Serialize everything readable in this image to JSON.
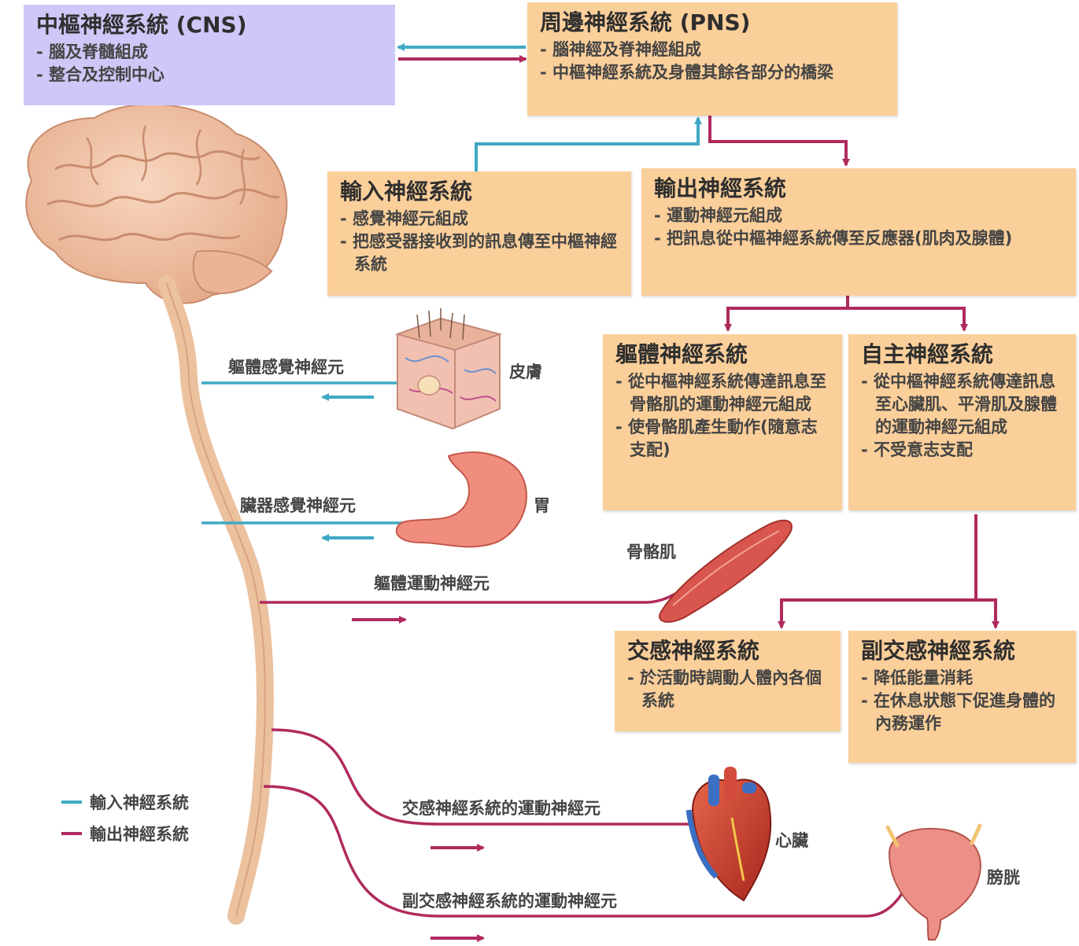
{
  "colors": {
    "input": "#3fa9c4",
    "output": "#b02a5e",
    "box": "#fbcf9a",
    "cns_box": "#cdc8f7"
  },
  "cns": {
    "title": "中樞神經系統 (CNS)",
    "items": [
      "腦及脊髓組成",
      "整合及控制中心"
    ]
  },
  "pns": {
    "title": "周邊神經系統 (PNS)",
    "items": [
      "腦神經及脊神經組成",
      "中樞神經系統及身體其餘各部分的橋梁"
    ]
  },
  "afferent": {
    "title": "輸入神經系統",
    "items": [
      "感覺神經元組成",
      "把感受器接收到的訊息傳至中樞神經系統"
    ]
  },
  "efferent": {
    "title": "輸出神經系統",
    "items": [
      "運動神經元組成",
      "把訊息從中樞神經系統傳至反應器(肌肉及腺體)"
    ]
  },
  "somatic": {
    "title": "軀體神經系統",
    "items": [
      "從中樞神經系統傳達訊息至骨骼肌的運動神經元組成",
      "使骨骼肌產生動作(隨意志支配)"
    ]
  },
  "autonomic": {
    "title": "自主神經系統",
    "items": [
      "從中樞神經系統傳達訊息至心臟肌、平滑肌及腺體的運動神經元組成",
      "不受意志支配"
    ]
  },
  "sympathetic": {
    "title": "交感神經系統",
    "items": [
      "於活動時調動人體內各個系統"
    ]
  },
  "parasympathetic": {
    "title": "副交感神經系統",
    "items": [
      "降低能量消耗",
      "在休息狀態下促進身體的內務運作"
    ]
  },
  "labels": {
    "somatic_sensory": "軀體感覺神經元",
    "skin": "皮膚",
    "visceral_sensory": "臟器感覺神經元",
    "stomach": "胃",
    "skeletal_muscle": "骨骼肌",
    "somatic_motor": "軀體運動神經元",
    "symp_motor": "交感神經系統的運動神經元",
    "heart": "心臟",
    "parasymp_motor": "副交感神經系統的運動神經元",
    "bladder": "膀胱"
  },
  "legend": [
    {
      "label": "輸入神經系統",
      "color": "#3fa9c4"
    },
    {
      "label": "輸出神經系統",
      "color": "#b02a5e"
    }
  ]
}
